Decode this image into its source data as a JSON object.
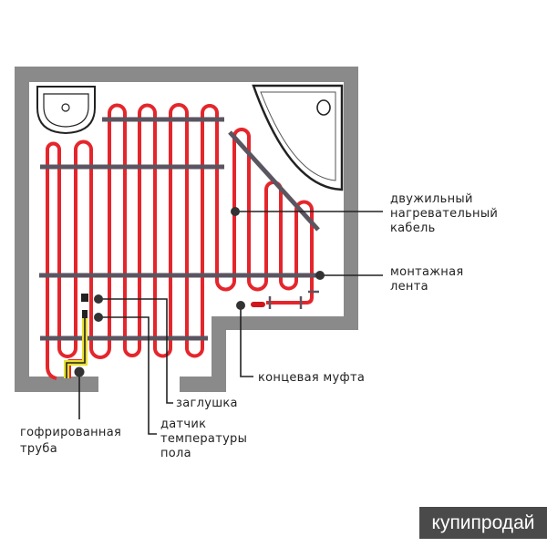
{
  "labels": {
    "cable": [
      "двужильный",
      "нагревательный",
      "кабель"
    ],
    "tape": [
      "монтажная",
      "лента"
    ],
    "end_coupling": "концевая муфта",
    "plug": "заглушка",
    "sensor": [
      "датчик",
      "температуры",
      "пола"
    ],
    "tube": [
      "гофрированная",
      "труба"
    ]
  },
  "watermark": "купипродай",
  "colors": {
    "cable": "#e4262c",
    "wall": "#8a8a8a",
    "tape": "#5a5560",
    "tube": "#e8e030"
  }
}
